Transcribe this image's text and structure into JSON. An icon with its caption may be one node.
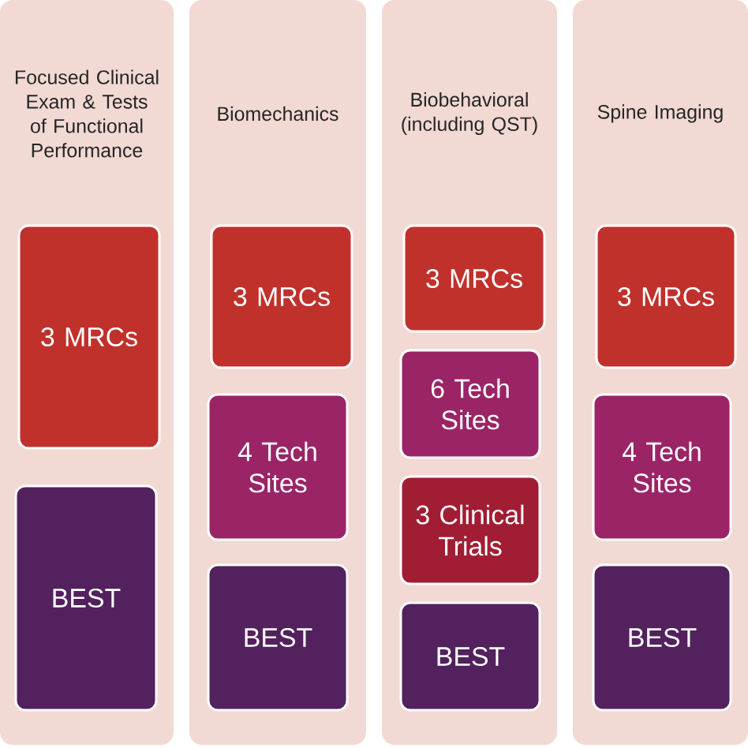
{
  "diagram": {
    "nodes": [
      {
        "text": [
          "Focused Clinical Exam & Tests of Functional Performance"
        ]
      },
      {
        "text": [
          "3 MRCs"
        ],
        "in": 0
      },
      {
        "text": [
          "BEST"
        ],
        "in": 0
      },
      {
        "text": [
          "Biomechanics"
        ]
      },
      {
        "text": [
          "3 MRCs"
        ],
        "in": 3
      },
      {
        "text": [
          "4 Tech Sites"
        ],
        "in": 3
      },
      {
        "text": [
          "BEST"
        ],
        "in": 3
      },
      {
        "text": [
          "Biobehavioral (including QST)"
        ]
      },
      {
        "text": [
          "3 MRCs"
        ],
        "in": 7
      },
      {
        "text": [
          "6 Tech Sites"
        ],
        "in": 7
      },
      {
        "text": [
          "3 Clinical Trials"
        ],
        "in": 7
      },
      {
        "text": [
          "BEST"
        ],
        "in": 7
      },
      {
        "text": [
          "Spine Imaging"
        ]
      },
      {
        "text": [
          "3 MRCs"
        ],
        "in": 12
      },
      {
        "text": [
          "4 Tech Sites"
        ],
        "in": 12
      },
      {
        "text": [
          "BEST"
        ],
        "in": 12
      }
    ]
  }
}
